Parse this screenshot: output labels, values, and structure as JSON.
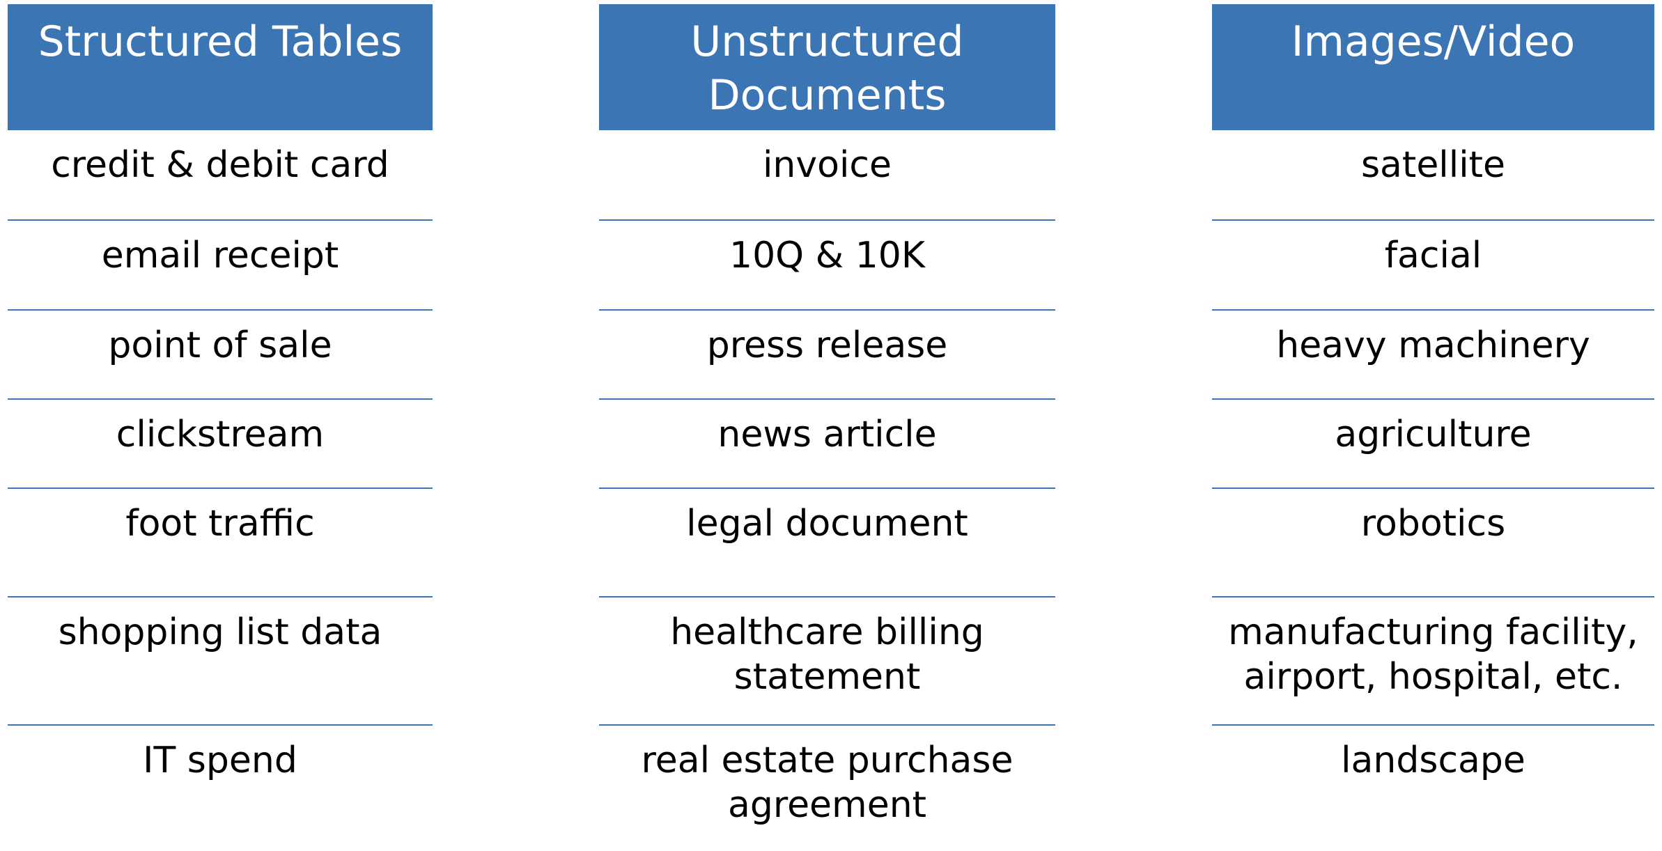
{
  "columns": [
    {
      "header": "Structured Tables",
      "items": [
        "credit & debit card",
        "email receipt",
        "point of sale",
        "clickstream",
        "foot traffic",
        "shopping list data",
        "IT spend"
      ]
    },
    {
      "header": "Unstructured\nDocuments",
      "items": [
        "invoice",
        "10Q & 10K",
        "press release",
        "news article",
        "legal document",
        "healthcare billing\nstatement",
        "real estate purchase\nagreement"
      ]
    },
    {
      "header": "Images/Video",
      "items": [
        "satellite",
        "facial",
        "heavy machinery",
        "agriculture",
        "robotics",
        "manufacturing facility,\nairport, hospital, etc.",
        "landscape"
      ]
    }
  ],
  "colors": {
    "header_bg": "#3B75B4",
    "divider": "#3B75B4",
    "header_text": "#FFFFFF",
    "body_text": "#000000"
  }
}
